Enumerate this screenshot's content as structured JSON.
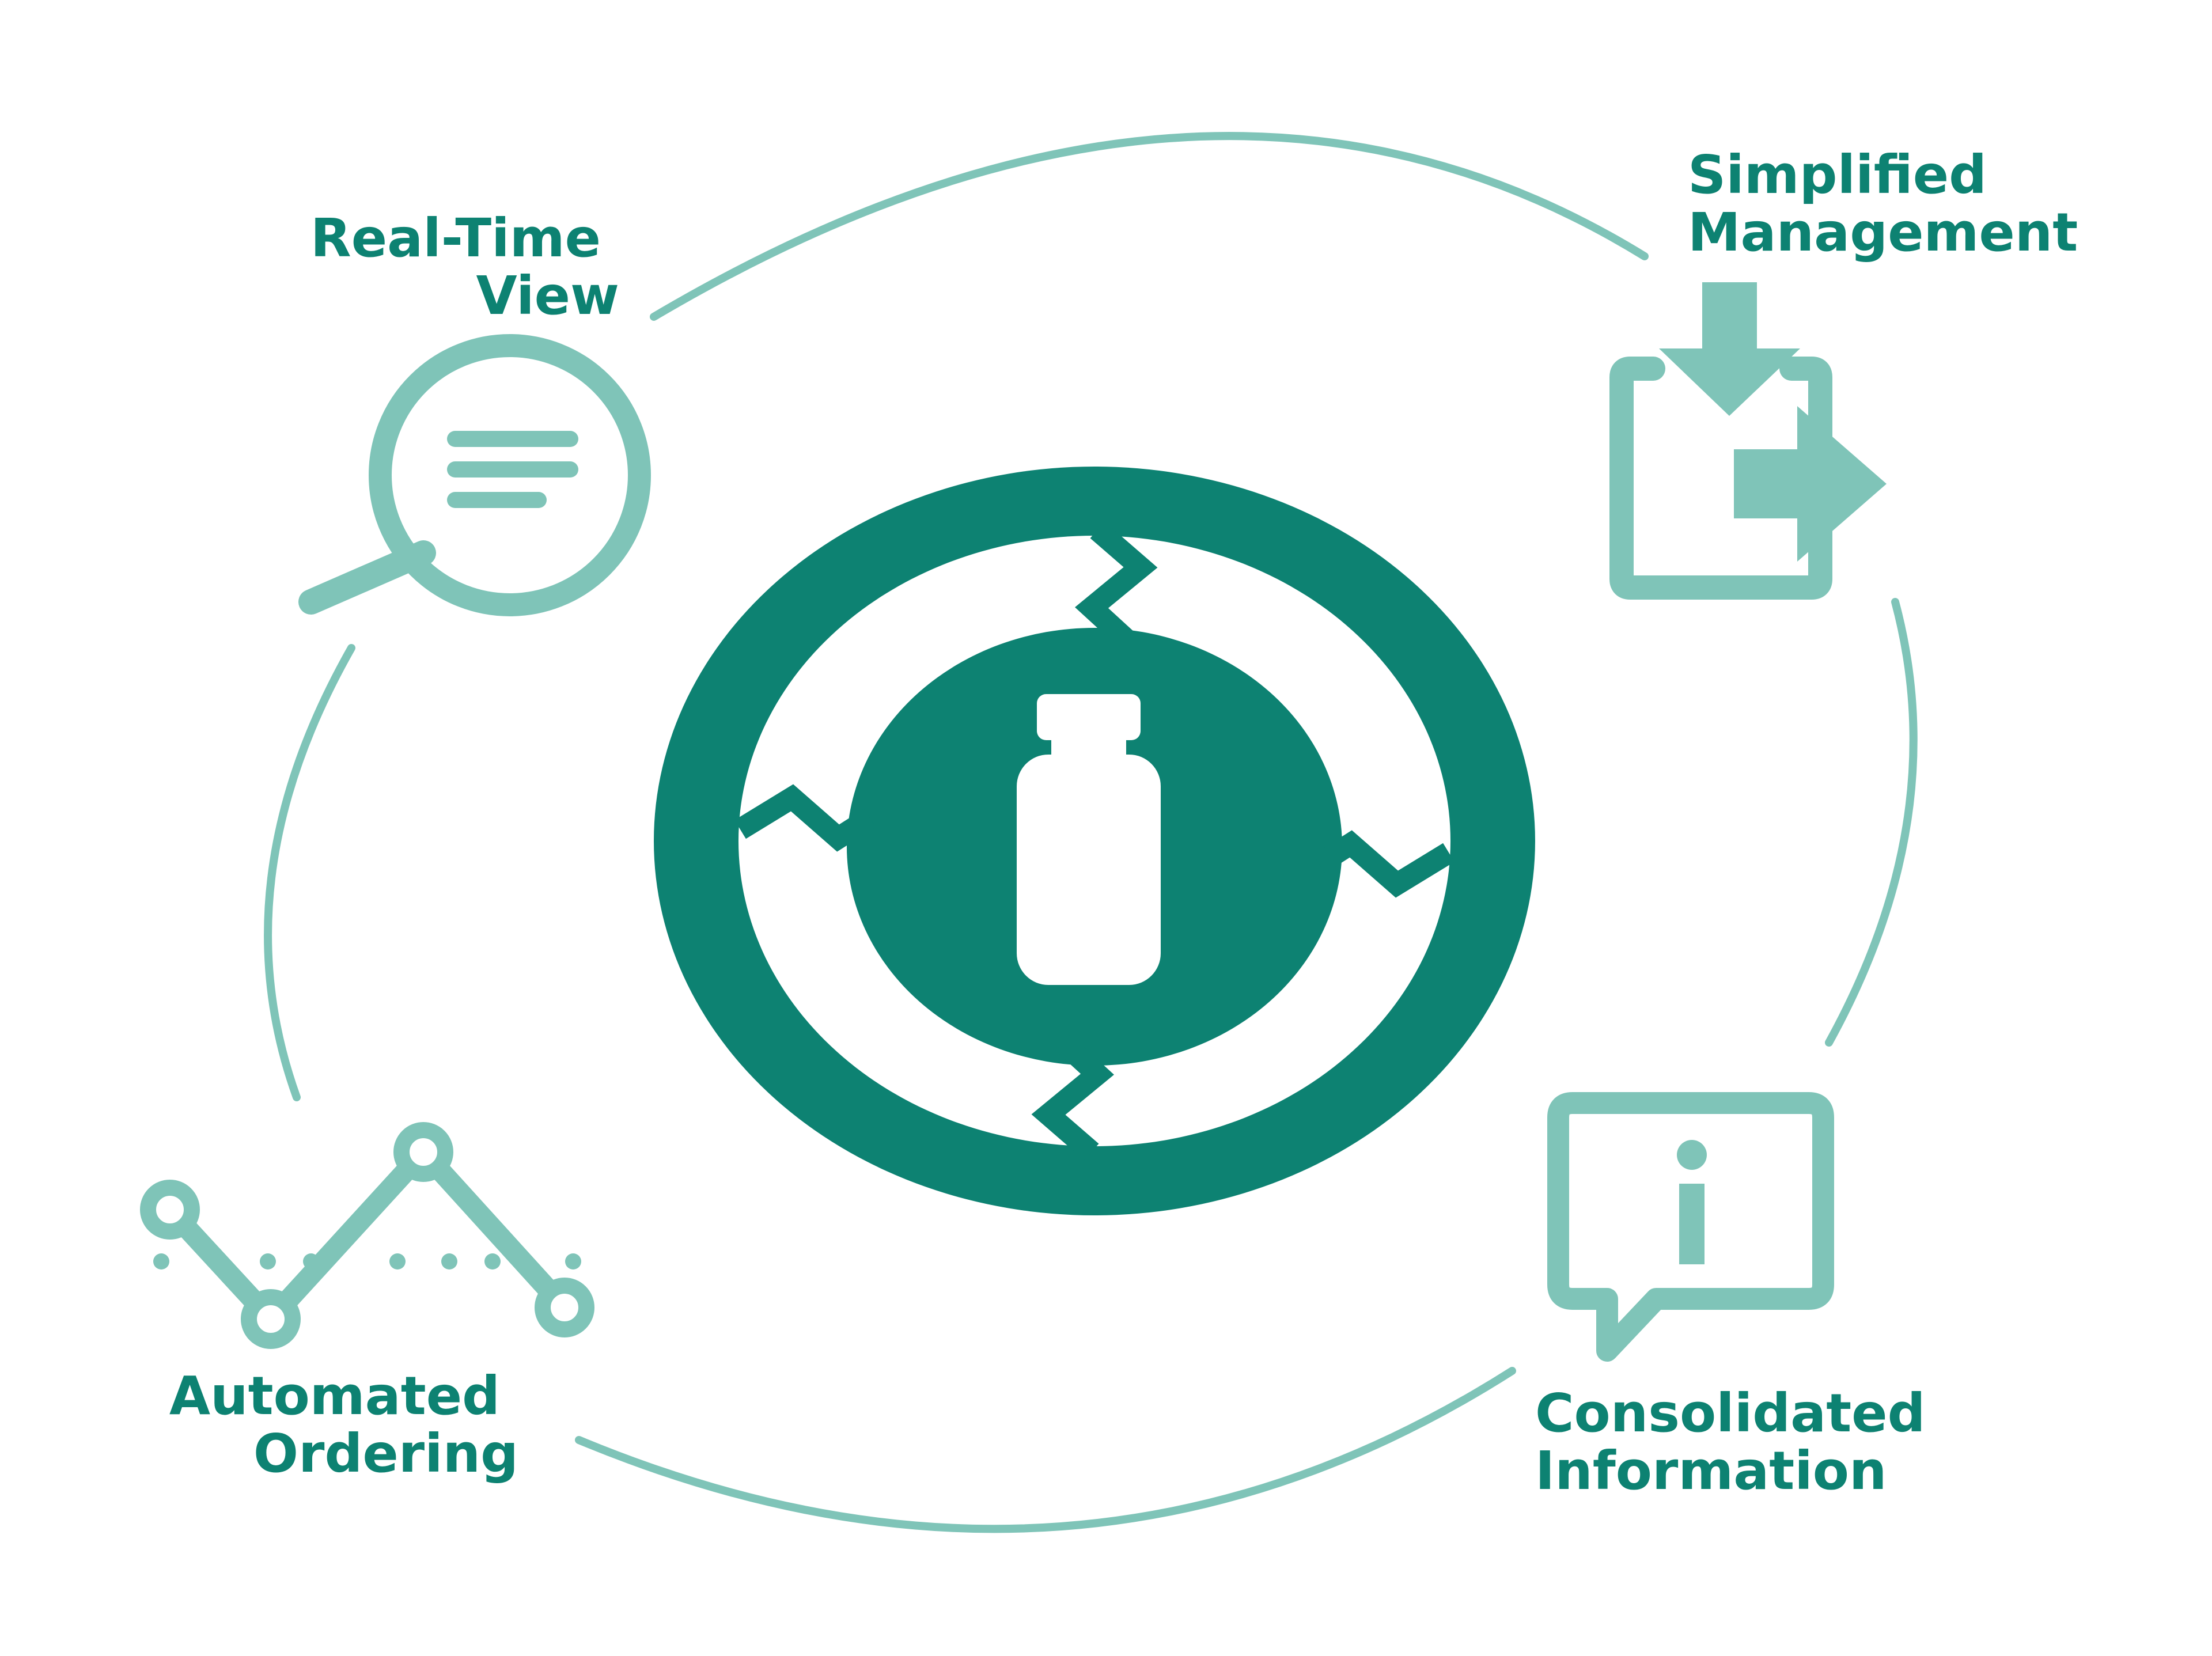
{
  "colors": {
    "primary": "#0d8272",
    "light": "#7fc4b8",
    "background": "#ffffff"
  },
  "center": {
    "icon": "bottle-cycle-icon"
  },
  "items": [
    {
      "id": "real-time-view",
      "lines": [
        "Real-Time",
        "View"
      ],
      "icon": "magnifier-icon"
    },
    {
      "id": "simplified-management",
      "lines": [
        "Simplified",
        "Management"
      ],
      "icon": "clipboard-arrows-icon"
    },
    {
      "id": "automated-ordering",
      "lines": [
        "Automated",
        "Ordering"
      ],
      "icon": "line-graph-icon"
    },
    {
      "id": "consolidated-information",
      "lines": [
        "Consolidated",
        "Information"
      ],
      "icon": "info-bubble-icon"
    }
  ]
}
